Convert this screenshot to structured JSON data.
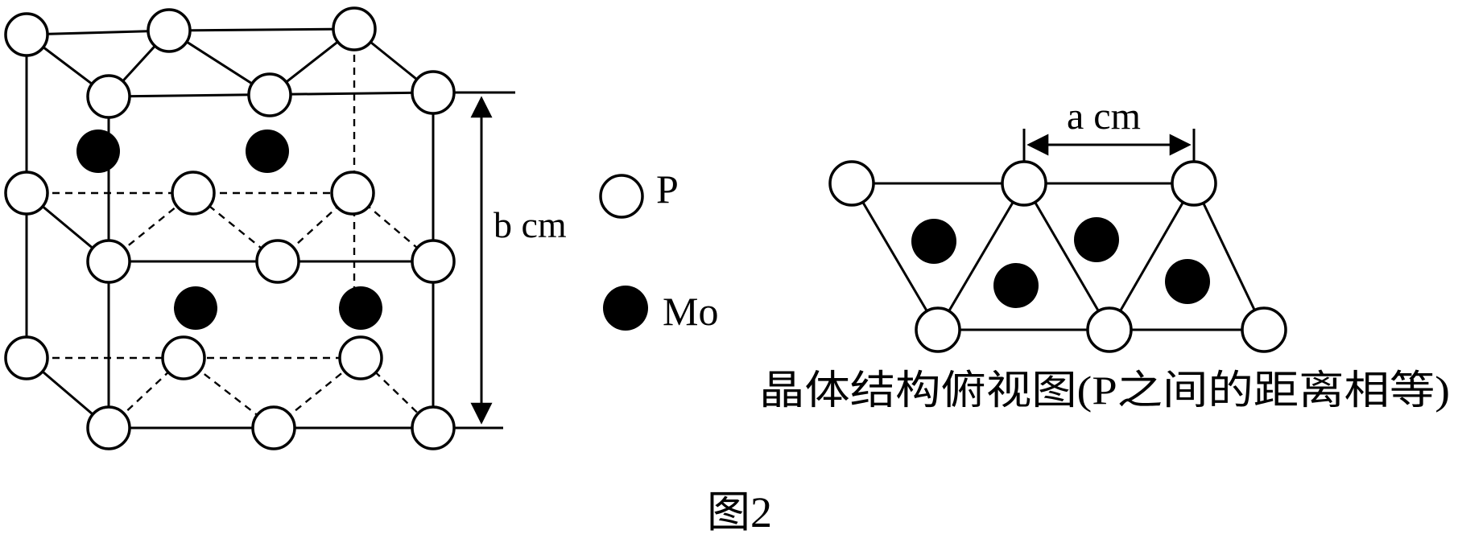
{
  "legend": {
    "p_label": "P",
    "mo_label": "Mo"
  },
  "dimensions": {
    "height_label": "b cm",
    "width_label": "a cm"
  },
  "top_view": {
    "caption": "晶体结构俯视图(P之间的距离相等)"
  },
  "figure_caption": "图2",
  "colors": {
    "p_fill": "#ffffff",
    "mo_fill": "#000000",
    "line": "#000000"
  }
}
